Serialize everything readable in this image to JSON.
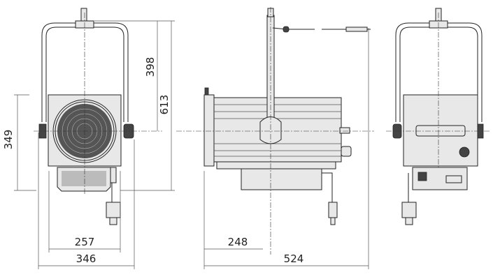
{
  "title": "Fresnel fixture dimension drawing",
  "views": [
    "front",
    "side",
    "back"
  ],
  "dimensions": {
    "front_yoke_to_center": "398",
    "front_total_height": "613",
    "front_head_height": "349",
    "front_head_width": "257",
    "front_total_width": "346",
    "side_front_to_yoke": "248",
    "side_total_length": "524"
  }
}
